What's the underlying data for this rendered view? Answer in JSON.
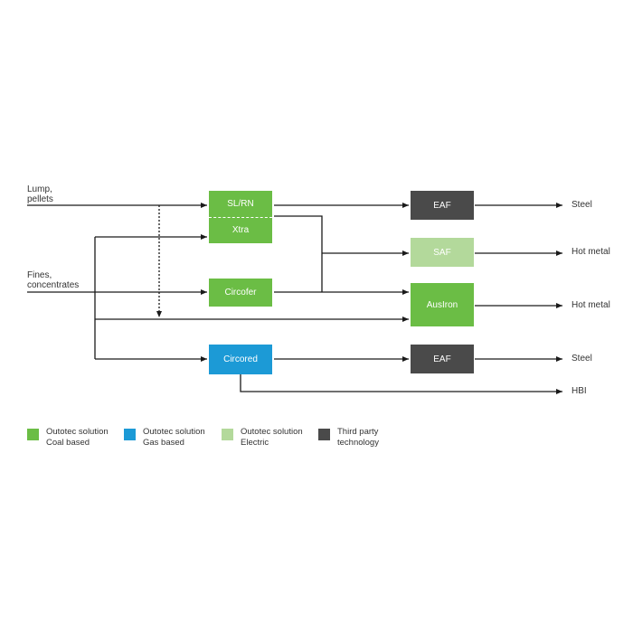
{
  "inputs": {
    "lump_pellets": [
      "Lump,",
      "pellets"
    ],
    "fines_concentrates": [
      "Fines,",
      "concentrates"
    ]
  },
  "processes": {
    "slrn": "SL/RN",
    "xtra": "Xtra",
    "circofer": "Circofer",
    "circored": "Circored"
  },
  "furnaces": {
    "eaf_top": "EAF",
    "saf": "SAF",
    "ausiron": "AusIron",
    "eaf_bottom": "EAF"
  },
  "outputs": {
    "steel_top": "Steel",
    "hot_metal_saf": "Hot metal",
    "hot_metal_ausiron": "Hot metal",
    "steel_bottom": "Steel",
    "hbi": "HBI"
  },
  "legend": [
    {
      "line1": "Outotec solution",
      "line2": "Coal based",
      "color": "#6bbd45"
    },
    {
      "line1": "Outotec solution",
      "line2": "Gas based",
      "color": "#1c9ad6"
    },
    {
      "line1": "Outotec solution",
      "line2": "Electric",
      "color": "#b3d99b"
    },
    {
      "line1": "Third party",
      "line2": "technology",
      "color": "#4a4a4a"
    }
  ],
  "colors": {
    "coal_green": "#6bbd45",
    "gas_blue": "#1c9ad6",
    "electric_light_green": "#b3d99b",
    "third_party_gray": "#4a4a4a",
    "line": "#1a1a1a"
  }
}
